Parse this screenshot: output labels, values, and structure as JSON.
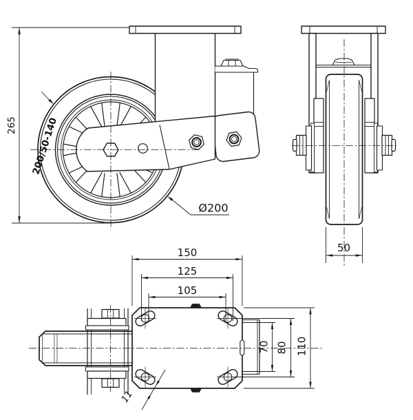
{
  "front_view": {
    "height_dim": "265",
    "tire_label": "200/50-140",
    "diameter_label": "Ø200"
  },
  "side_view": {
    "width_dim": "50"
  },
  "top_view": {
    "plate_length_dim": "150",
    "bolt_spacing_outer_dim": "125",
    "bolt_spacing_inner_dim": "105",
    "inner_width_dim": "70",
    "bolt_spacing_cross_dim": "80",
    "plate_width_dim": "110",
    "bolt_hole_dim": "11"
  },
  "colors": {
    "line": "#1c1c1c",
    "background": "#ffffff"
  }
}
